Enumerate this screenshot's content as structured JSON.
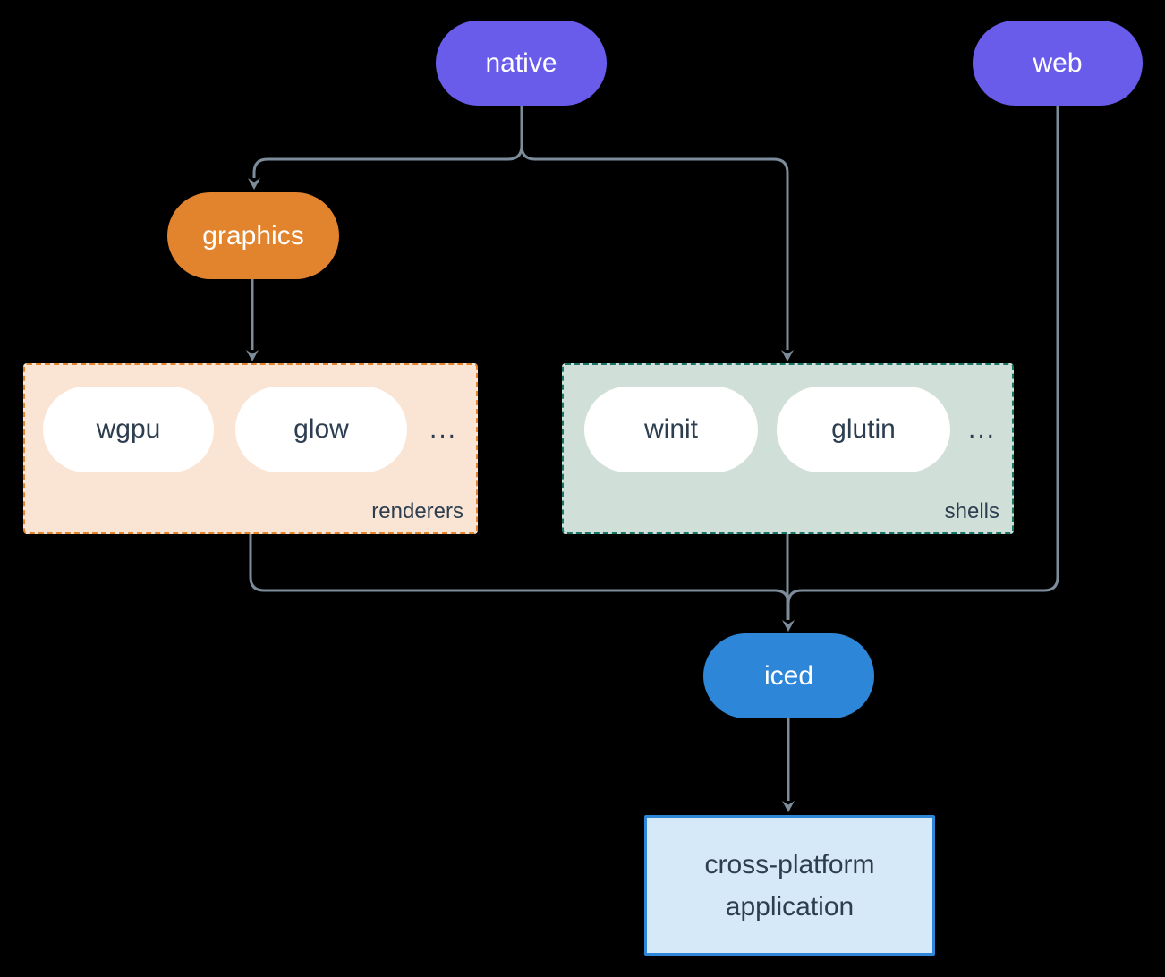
{
  "colors": {
    "background": "#000000",
    "edge": "#7d8c9b",
    "purple": "#695ceb",
    "orange": "#e2832e",
    "blue": "#2e86d8",
    "peach-fill": "#fae5d5",
    "green-fill": "#d0e0d8",
    "teal-border": "#1b7567",
    "lightblue-fill": "#d6e9f8",
    "slate-text": "#2d3e50"
  },
  "nodes": {
    "native": {
      "label": "native"
    },
    "web": {
      "label": "web"
    },
    "graphics": {
      "label": "graphics"
    },
    "wgpu": {
      "label": "wgpu"
    },
    "glow": {
      "label": "glow"
    },
    "winit": {
      "label": "winit"
    },
    "glutin": {
      "label": "glutin"
    },
    "iced": {
      "label": "iced"
    },
    "application": {
      "line1": "cross-platform",
      "line2": "application"
    }
  },
  "groups": {
    "renderers": {
      "label": "renderers",
      "ellipsis": "..."
    },
    "shells": {
      "label": "shells",
      "ellipsis": "..."
    }
  },
  "edges": [
    "native -> graphics",
    "native -> shells",
    "graphics -> renderers",
    "renderers -> iced",
    "shells -> iced",
    "web -> iced",
    "iced -> application"
  ]
}
